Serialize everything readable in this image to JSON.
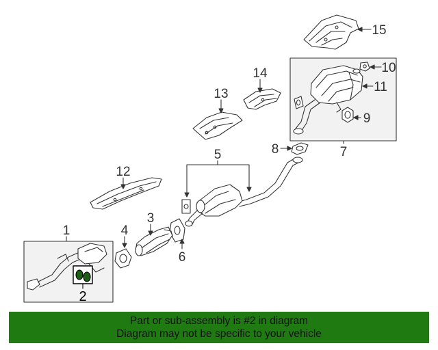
{
  "callouts": {
    "c1": "1",
    "c2": "2",
    "c3": "3",
    "c4": "4",
    "c5": "5",
    "c6": "6",
    "c7": "7",
    "c8": "8",
    "c9": "9",
    "c10": "10",
    "c11": "11",
    "c12": "12",
    "c13": "13",
    "c14": "14",
    "c15": "15"
  },
  "banner": {
    "line1": "Part or sub-assembly is #2 in diagram",
    "line2": "Diagram may not be specific to your vehicle"
  },
  "colors": {
    "banner_background": "#1f7a12",
    "box_background": "#f2f2f2",
    "stroke": "#333333",
    "part_fill": "#ffffff",
    "highlight_fill": "#1c5f14"
  }
}
